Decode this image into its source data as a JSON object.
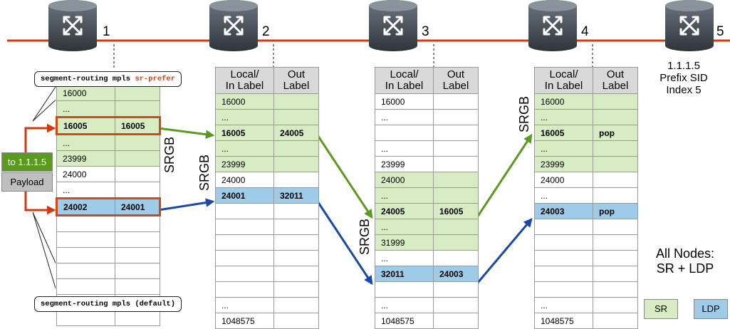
{
  "nodes": [
    {
      "label": "1"
    },
    {
      "label": "2"
    },
    {
      "label": "3"
    },
    {
      "label": "4"
    },
    {
      "label": "5"
    }
  ],
  "node5_info": {
    "addr": "1.1.1.5",
    "line1": "Prefix SID",
    "line2": "Index 5"
  },
  "headers": {
    "local": [
      "Local/",
      "In Label"
    ],
    "out": [
      "Out",
      "Label"
    ]
  },
  "srgb_label": "SRGB",
  "callouts": {
    "top_prefix": "segment-routing mpls ",
    "top_accent": "sr-prefer",
    "bottom": "segment-routing mpls (default)"
  },
  "packet": {
    "dest": "to 1.1.1.5",
    "payload": "Payload"
  },
  "all_nodes": {
    "line1": "All Nodes:",
    "line2": "SR + LDP"
  },
  "legend": {
    "sr": "SR",
    "ldp": "LDP"
  },
  "colors": {
    "sr_fill": "#d8ecc4",
    "ldp_fill": "#9dcbe8",
    "link": "#d03a10",
    "sr_arrow": "#5a9a1e",
    "ldp_arrow": "#1848a8",
    "highlight": "#d04a18"
  },
  "tables": {
    "t1": [
      {
        "c": [
          "16000",
          ""
        ],
        "k": "sr"
      },
      {
        "c": [
          "...",
          ""
        ],
        "k": "sr"
      },
      {
        "c": [
          "16005",
          "16005"
        ],
        "k": "sr b hl"
      },
      {
        "c": [
          "...",
          ""
        ],
        "k": "sr"
      },
      {
        "c": [
          "23999",
          ""
        ],
        "k": "sr"
      },
      {
        "c": [
          "24000",
          ""
        ],
        "k": ""
      },
      {
        "c": [
          "...",
          ""
        ],
        "k": ""
      },
      {
        "c": [
          "24002",
          "24001"
        ],
        "k": "ldp b hl"
      },
      {
        "c": [
          "",
          ""
        ],
        "k": ""
      },
      {
        "c": [
          "",
          ""
        ],
        "k": ""
      },
      {
        "c": [
          "",
          ""
        ],
        "k": ""
      },
      {
        "c": [
          "",
          ""
        ],
        "k": ""
      },
      {
        "c": [
          "",
          ""
        ],
        "k": ""
      },
      {
        "c": [
          "",
          ""
        ],
        "k": ""
      },
      {
        "c": [
          "",
          ""
        ],
        "k": ""
      }
    ],
    "t2": [
      {
        "c": [
          "16000",
          ""
        ],
        "k": "sr"
      },
      {
        "c": [
          "...",
          ""
        ],
        "k": "sr"
      },
      {
        "c": [
          "16005",
          "24005"
        ],
        "k": "sr b"
      },
      {
        "c": [
          "...",
          ""
        ],
        "k": "sr"
      },
      {
        "c": [
          "23999",
          ""
        ],
        "k": "sr"
      },
      {
        "c": [
          "24000",
          ""
        ],
        "k": ""
      },
      {
        "c": [
          "24001",
          "32011"
        ],
        "k": "ldp b"
      },
      {
        "c": [
          "",
          ""
        ],
        "k": ""
      },
      {
        "c": [
          "",
          ""
        ],
        "k": ""
      },
      {
        "c": [
          "",
          ""
        ],
        "k": ""
      },
      {
        "c": [
          "",
          ""
        ],
        "k": ""
      },
      {
        "c": [
          "",
          ""
        ],
        "k": ""
      },
      {
        "c": [
          "",
          ""
        ],
        "k": ""
      },
      {
        "c": [
          "...",
          ""
        ],
        "k": ""
      },
      {
        "c": [
          "1048575",
          ""
        ],
        "k": ""
      }
    ],
    "t3": [
      {
        "c": [
          "16000",
          ""
        ],
        "k": ""
      },
      {
        "c": [
          "...",
          ""
        ],
        "k": ""
      },
      {
        "c": [
          "",
          ""
        ],
        "k": ""
      },
      {
        "c": [
          "...",
          ""
        ],
        "k": ""
      },
      {
        "c": [
          "23999",
          ""
        ],
        "k": ""
      },
      {
        "c": [
          "24000",
          ""
        ],
        "k": "sr"
      },
      {
        "c": [
          "...",
          ""
        ],
        "k": "sr"
      },
      {
        "c": [
          "24005",
          "16005"
        ],
        "k": "sr b"
      },
      {
        "c": [
          "...",
          ""
        ],
        "k": "sr"
      },
      {
        "c": [
          "31999",
          ""
        ],
        "k": "sr"
      },
      {
        "c": [
          "...",
          ""
        ],
        "k": ""
      },
      {
        "c": [
          "32011",
          "24003"
        ],
        "k": "ldp b"
      },
      {
        "c": [
          "",
          ""
        ],
        "k": ""
      },
      {
        "c": [
          "...",
          ""
        ],
        "k": ""
      },
      {
        "c": [
          "1048575",
          ""
        ],
        "k": ""
      }
    ],
    "t4": [
      {
        "c": [
          "16000",
          ""
        ],
        "k": "sr"
      },
      {
        "c": [
          "...",
          ""
        ],
        "k": "sr"
      },
      {
        "c": [
          "16005",
          "pop"
        ],
        "k": "sr b"
      },
      {
        "c": [
          "...",
          ""
        ],
        "k": "sr"
      },
      {
        "c": [
          "23999",
          ""
        ],
        "k": "sr"
      },
      {
        "c": [
          "24000",
          ""
        ],
        "k": ""
      },
      {
        "c": [
          "...",
          ""
        ],
        "k": ""
      },
      {
        "c": [
          "24003",
          "pop"
        ],
        "k": "ldp b"
      },
      {
        "c": [
          "",
          ""
        ],
        "k": ""
      },
      {
        "c": [
          "",
          ""
        ],
        "k": ""
      },
      {
        "c": [
          "",
          ""
        ],
        "k": ""
      },
      {
        "c": [
          "",
          ""
        ],
        "k": ""
      },
      {
        "c": [
          "",
          ""
        ],
        "k": ""
      },
      {
        "c": [
          "...",
          ""
        ],
        "k": ""
      },
      {
        "c": [
          "1048575",
          ""
        ],
        "k": ""
      }
    ]
  }
}
